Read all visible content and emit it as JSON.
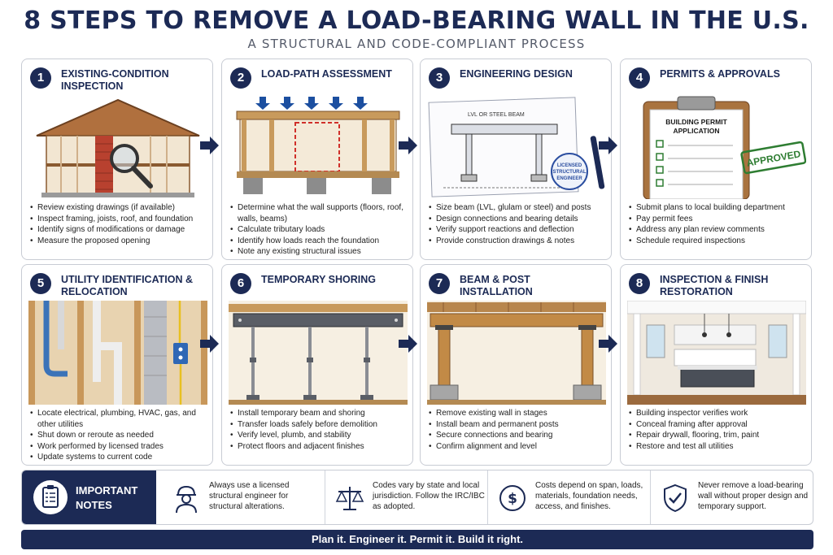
{
  "header": {
    "title": "8 STEPS TO REMOVE A LOAD-BEARING WALL IN THE U.S.",
    "subtitle": "A STRUCTURAL AND CODE-COMPLIANT PROCESS"
  },
  "steps": [
    {
      "num": "1",
      "title": "EXISTING-CONDITION INSPECTION",
      "bullets": [
        "Review existing drawings (if available)",
        "Inspect framing, joists, roof, and foundation",
        "Identify signs of modifications or damage",
        "Measure the proposed opening"
      ]
    },
    {
      "num": "2",
      "title": "LOAD-PATH ASSESSMENT",
      "bullets": [
        "Determine what the wall supports (floors, roof, walls, beams)",
        "Calculate tributary loads",
        "Identify how loads reach the foundation",
        "Note any existing structural issues"
      ]
    },
    {
      "num": "3",
      "title": "ENGINEERING DESIGN",
      "bullets": [
        "Size beam (LVL, glulam or steel) and posts",
        "Design connections and bearing details",
        "Verify support reactions and deflection",
        "Provide construction drawings & notes"
      ]
    },
    {
      "num": "4",
      "title": "PERMITS & APPROVALS",
      "bullets": [
        "Submit plans to local building department",
        "Pay permit fees",
        "Address any plan review comments",
        "Schedule required inspections"
      ]
    },
    {
      "num": "5",
      "title": "UTILITY IDENTIFICATION & RELOCATION",
      "bullets": [
        "Locate electrical, plumbing, HVAC, gas, and other utilities",
        "Shut down or reroute as needed",
        "Work performed by licensed trades",
        "Update systems to current code"
      ]
    },
    {
      "num": "6",
      "title": "TEMPORARY SHORING",
      "bullets": [
        "Install temporary beam and shoring",
        "Transfer loads safely before demolition",
        "Verify level, plumb, and stability",
        "Protect floors and adjacent finishes"
      ]
    },
    {
      "num": "7",
      "title": "BEAM & POST INSTALLATION",
      "bullets": [
        "Remove existing wall in stages",
        "Install beam and permanent posts",
        "Secure connections and bearing",
        "Confirm alignment and level"
      ]
    },
    {
      "num": "8",
      "title": "INSPECTION & FINISH RESTORATION",
      "bullets": [
        "Building inspector verifies work",
        "Conceal framing after approval",
        "Repair drywall, flooring, trim, paint",
        "Restore and test all utilities"
      ]
    }
  ],
  "illustrations": {
    "step3_beam_label": "LVL OR STEEL BEAM",
    "step3_stamp_line1": "LICENSED",
    "step3_stamp_line2": "STRUCTURAL",
    "step3_stamp_line3": "ENGINEER",
    "step4_form_line1": "BUILDING PERMIT",
    "step4_form_line2": "APPLICATION",
    "step4_stamp": "APPROVED"
  },
  "notes": {
    "label_line1": "IMPORTANT",
    "label_line2": "NOTES",
    "items": [
      {
        "icon": "engineer-icon",
        "text": "Always use a licensed structural engineer for structural alterations."
      },
      {
        "icon": "scales-icon",
        "text": "Codes vary by state and local jurisdiction. Follow the IRC/IBC as adopted."
      },
      {
        "icon": "dollar-icon",
        "text": "Costs depend on span, loads, materials, foundation needs, access, and finishes."
      },
      {
        "icon": "shield-check-icon",
        "text": "Never remove a load-bearing wall without proper design and temporary support."
      }
    ]
  },
  "footer": {
    "tagline": "Plan it. Engineer it. Permit it. Build it right."
  },
  "colors": {
    "navy": "#1c2a55",
    "wood": "#c89a5c",
    "brick": "#b8412f",
    "approved": "#2e7d32"
  }
}
